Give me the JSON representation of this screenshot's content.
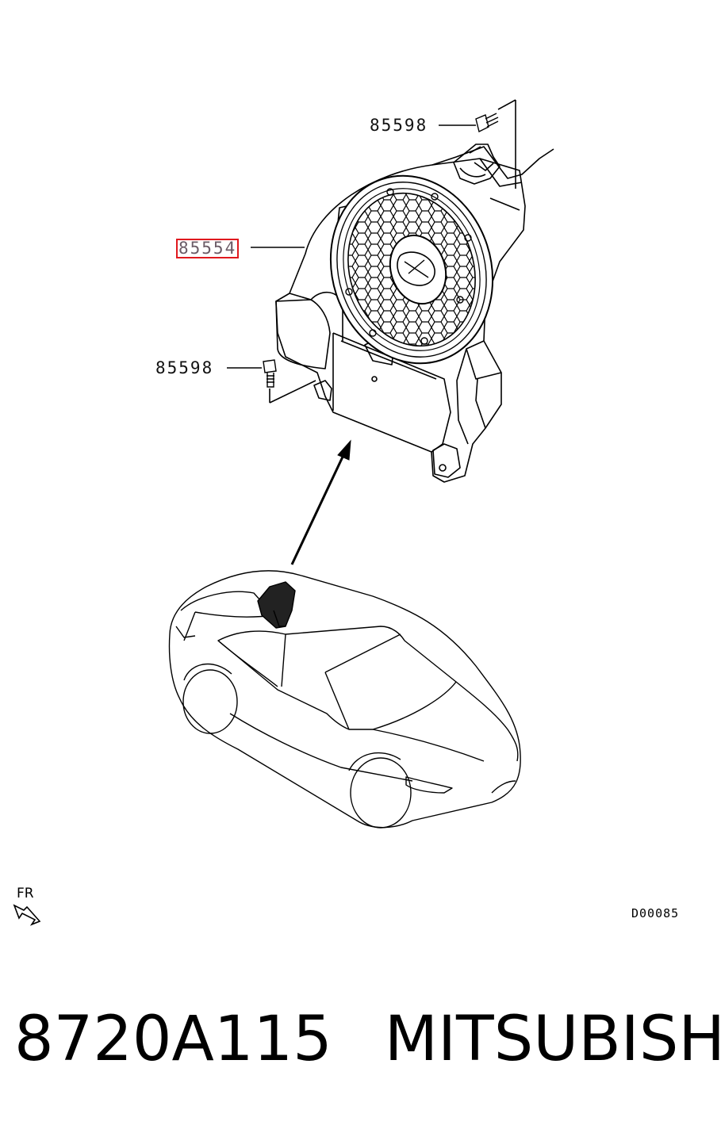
{
  "callouts": {
    "bolt_upper": "85598",
    "speaker_assembly": "85554",
    "bolt_lower": "85598"
  },
  "direction": {
    "front_label": "FR",
    "icon": "front-arrow-icon"
  },
  "diagram_code": "D00085",
  "footer": {
    "part_number": "8720A115",
    "brand": "MITSUBISHI"
  },
  "colors": {
    "highlight": "#e0191e",
    "line": "#000000"
  }
}
